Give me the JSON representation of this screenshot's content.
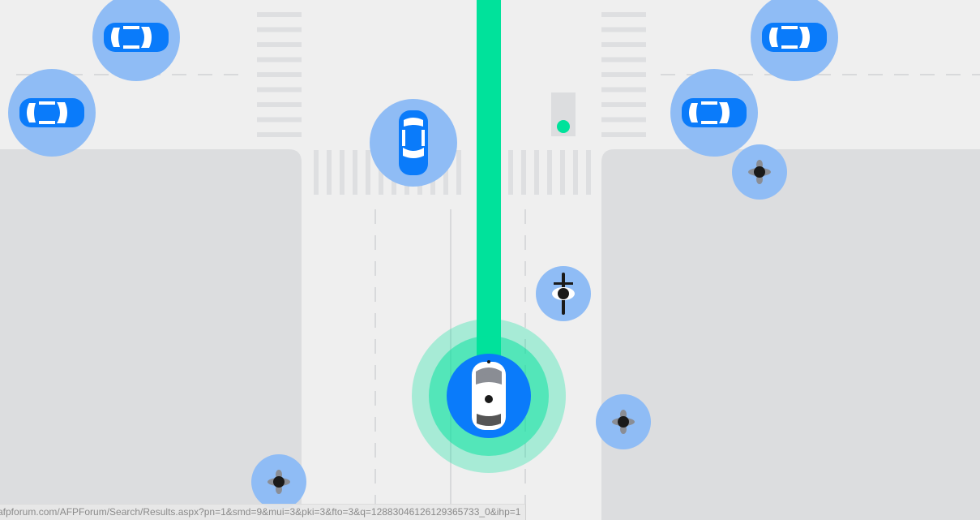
{
  "colors": {
    "background": "#efefef",
    "block": "#dcdddf",
    "path": "#00e29b",
    "agent_halo": "#8fbcf5",
    "agent_vehicle": "#0a7bfa",
    "ego_core": "#0a7bfa",
    "traffic_light_green": "#00e29b"
  },
  "scene": {
    "traffic_light_state": "green",
    "vehicles": [
      {
        "id": "car-top-left",
        "heading": "right"
      },
      {
        "id": "car-left",
        "heading": "right"
      },
      {
        "id": "car-top-right",
        "heading": "right"
      },
      {
        "id": "car-right",
        "heading": "right"
      },
      {
        "id": "car-center",
        "heading": "down"
      }
    ],
    "pedestrians": [
      "pedestrian-right-corner",
      "pedestrian-lower-right",
      "pedestrian-lower-left"
    ],
    "cyclists": [
      "cyclist-center"
    ],
    "ego": {
      "icon": "self-driving-car-icon",
      "heading": "up"
    }
  },
  "status_bar": {
    "url": "afpforum.com/AFPForum/Search/Results.aspx?pn=1&smd=9&mui=3&pki=3&fto=3&q=12883046126129365733_0&ihp=1"
  }
}
